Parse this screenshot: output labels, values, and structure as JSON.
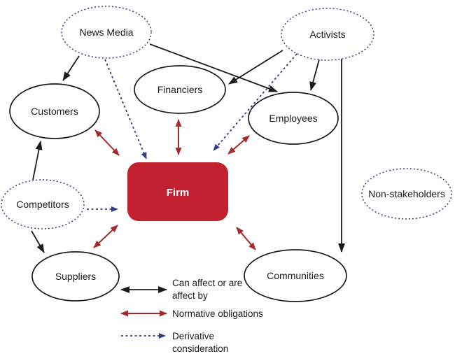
{
  "diagram": {
    "center": {
      "label": "Firm"
    },
    "nodes": {
      "news_media": {
        "label": "News Media",
        "style": "dashed"
      },
      "activists": {
        "label": "Activists",
        "style": "dashed"
      },
      "financiers": {
        "label": "Financiers",
        "style": "solid"
      },
      "customers": {
        "label": "Customers",
        "style": "solid"
      },
      "employees": {
        "label": "Employees",
        "style": "solid"
      },
      "competitors": {
        "label": "Competitors",
        "style": "dashed"
      },
      "non_stakeholders": {
        "label": "Non-stakeholders",
        "style": "dashed"
      },
      "suppliers": {
        "label": "Suppliers",
        "style": "solid"
      },
      "communities": {
        "label": "Communities",
        "style": "solid"
      }
    },
    "edges": [
      {
        "from": "News Media",
        "to": "Customers",
        "relation": "affect"
      },
      {
        "from": "News Media",
        "to": "Employees",
        "relation": "affect"
      },
      {
        "from": "Activists",
        "to": "Financiers",
        "relation": "affect"
      },
      {
        "from": "Activists",
        "to": "Employees",
        "relation": "affect"
      },
      {
        "from": "Activists",
        "to": "Communities",
        "relation": "affect"
      },
      {
        "from": "Competitors",
        "to": "Customers",
        "relation": "affect"
      },
      {
        "from": "Competitors",
        "to": "Suppliers",
        "relation": "affect"
      },
      {
        "from": "News Media",
        "to": "Firm",
        "relation": "derivative"
      },
      {
        "from": "Activists",
        "to": "Firm",
        "relation": "derivative"
      },
      {
        "from": "Competitors",
        "to": "Firm",
        "relation": "derivative"
      },
      {
        "from": "Firm",
        "to": "Financiers",
        "relation": "normative"
      },
      {
        "from": "Firm",
        "to": "Customers",
        "relation": "normative"
      },
      {
        "from": "Firm",
        "to": "Employees",
        "relation": "normative"
      },
      {
        "from": "Firm",
        "to": "Suppliers",
        "relation": "normative"
      },
      {
        "from": "Firm",
        "to": "Communities",
        "relation": "normative"
      }
    ],
    "legend": {
      "can_affect": {
        "line1": "Can affect or are",
        "line2": "affect by"
      },
      "normative": {
        "label": "Normative obligations"
      },
      "derivative": {
        "line1": "Derivative",
        "line2": "consideration"
      }
    },
    "colors": {
      "firm_fill": "#c2212f",
      "firm_text": "#ffffff",
      "affect_arrow": "#1b1b1b",
      "normative_arrow": "#a32a2e",
      "derivative_arrow": "#303b82",
      "solid_node_border": "#1b1b1b",
      "dashed_node_border": "#333f86"
    }
  }
}
